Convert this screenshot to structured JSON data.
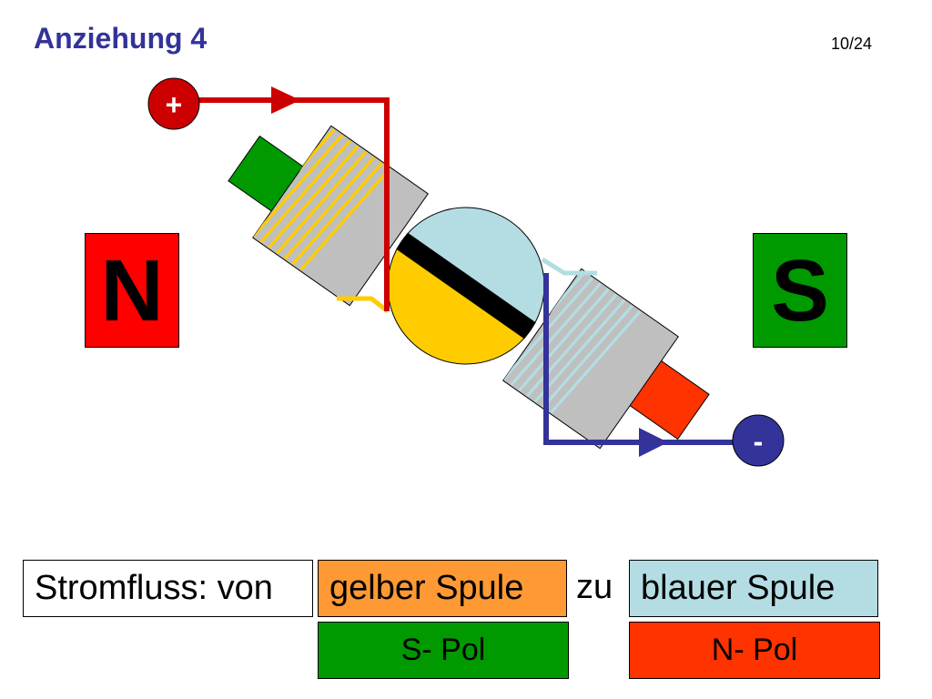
{
  "slide": {
    "title": "Anziehung 4",
    "page_number": "10/24"
  },
  "magnets": {
    "north_label": "N",
    "south_label": "S"
  },
  "terminals": {
    "plus_label": "+",
    "minus_label": "-"
  },
  "legend": {
    "current_flow_label": "Stromfluss: von",
    "from_coil": "gelber Spule",
    "connector": "zu",
    "to_coil": "blauer Spule",
    "from_pole": "S- Pol",
    "to_pole": "N- Pol"
  },
  "colors": {
    "title": "#333399",
    "north_magnet": "#ff0000",
    "south_magnet": "#009900",
    "positive_wire": "#cc0000",
    "negative_wire": "#333399",
    "yellow_coil": "#ffcc00",
    "blue_coil": "#b3dde3",
    "coil_body": "#bfbfbf"
  }
}
